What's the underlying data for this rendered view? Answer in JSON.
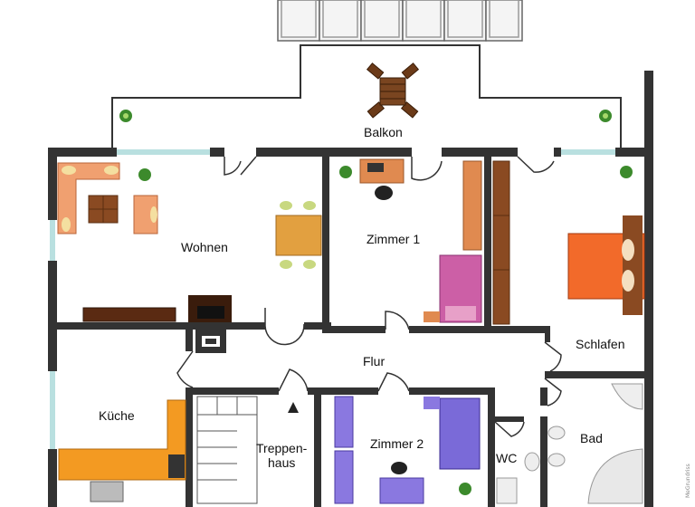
{
  "rooms": {
    "balkon": "Balkon",
    "wohnen": "Wohnen",
    "zimmer1": "Zimmer 1",
    "schlafen": "Schlafen",
    "flur": "Flur",
    "kueche": "Küche",
    "treppenhaus_line1": "Treppen-",
    "treppenhaus_line2": "haus",
    "zimmer2": "Zimmer 2",
    "wc": "WC",
    "bad": "Bad"
  },
  "watermark": "MeGrundriss",
  "colors": {
    "wall": "#333333",
    "window": "#b9e0e0",
    "sofa": "#f0a070",
    "wood": "#8a4a22",
    "bed_orange": "#f26a2a",
    "bed_purple": "#7a6ad8",
    "pink": "#cc5fa6",
    "kitchen": "#f39a22",
    "blue_furniture": "#8a78e0"
  }
}
